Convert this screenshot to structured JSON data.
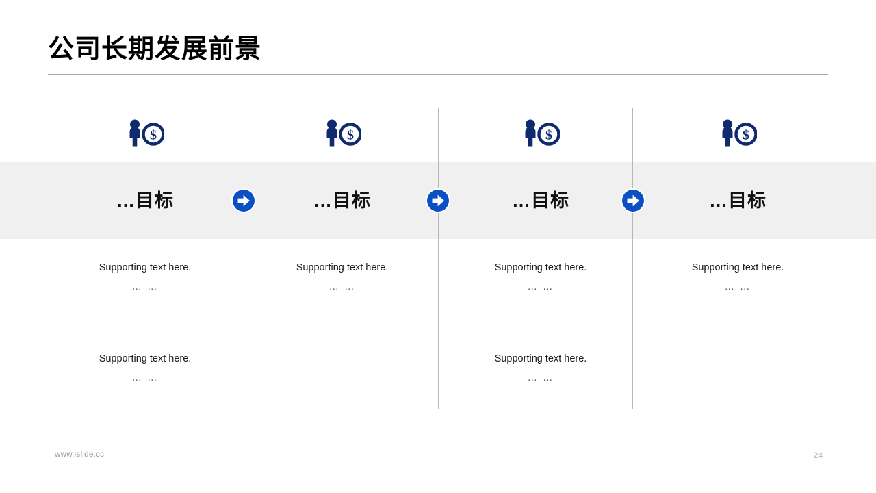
{
  "slide": {
    "title": "公司长期发展前景",
    "page_number": "24",
    "footer_url": "www.islide.cc",
    "colors": {
      "icon_navy": "#102A70",
      "arrow_blue": "#0B4FC4",
      "band_gray": "#f0f0f0",
      "rule_gray": "#a6a6a6",
      "divider_gray": "#b7b7b7",
      "title_black": "#000000",
      "footer_gray": "#9a9a9a"
    }
  },
  "columns": [
    {
      "icon": "person-money-icon",
      "goal_label": "…目标",
      "arrow": "arrow-right-circle-icon",
      "blocks": [
        {
          "text": "Supporting text here.",
          "dots": "… …"
        },
        {
          "text": "Supporting text here.",
          "dots": "… …"
        }
      ]
    },
    {
      "icon": "person-money-icon",
      "goal_label": "…目标",
      "arrow": "arrow-right-circle-icon",
      "blocks": [
        {
          "text": "Supporting text here.",
          "dots": "… …"
        }
      ]
    },
    {
      "icon": "person-money-icon",
      "goal_label": "…目标",
      "arrow": "arrow-right-circle-icon",
      "blocks": [
        {
          "text": "Supporting text here.",
          "dots": "… …"
        },
        {
          "text": "Supporting text here.",
          "dots": "… …"
        }
      ]
    },
    {
      "icon": "person-money-icon",
      "goal_label": "…目标",
      "arrow": null,
      "blocks": [
        {
          "text": "Supporting text here.",
          "dots": "… …"
        }
      ]
    }
  ]
}
